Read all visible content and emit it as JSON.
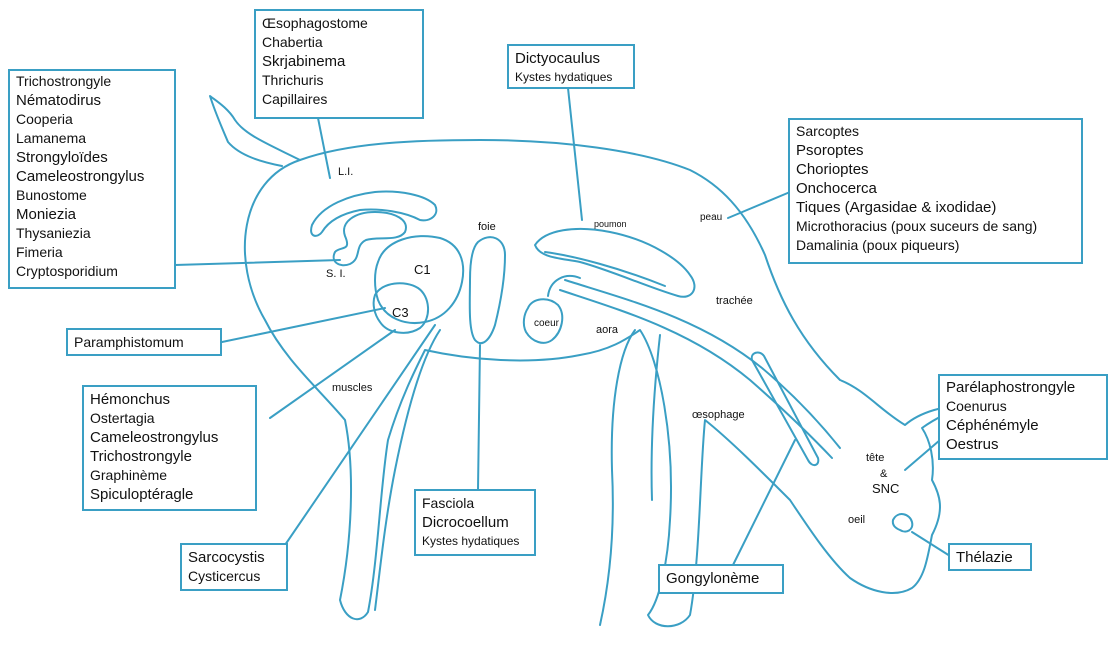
{
  "boxes": {
    "esophag": [
      "Œsophagostome",
      "Chabertia",
      "Skrjabinema",
      "Thrichuris",
      "Capillaires"
    ],
    "intestin": [
      "Trichostrongyle",
      "Nématodirus",
      "Cooperia",
      "Lamanema",
      "Strongyloïdes",
      "Cameleostrongylus",
      "Bunostome",
      "Moniezia",
      "Thysaniezia",
      "Fimeria",
      "Cryptosporidium"
    ],
    "poumon": [
      "Dictyocaulus",
      "Kystes hydatiques"
    ],
    "peau": [
      "Sarcoptes",
      "Psoroptes",
      "Chorioptes",
      "Onchocerca",
      "Tiques (Argasidae & ixodidae)",
      "Microthoracius (poux suceurs de sang)",
      "Damalinia (poux piqueurs)"
    ],
    "rumen": [
      "Paramphistomum"
    ],
    "caillette": [
      "Hémonchus",
      "Ostertagia",
      "Cameleostrongylus",
      "Trichostrongyle",
      "Graphinème",
      "Spiculoptéragle"
    ],
    "foie": [
      "Fasciola",
      "Dicrocoellum",
      "Kystes hydatiques"
    ],
    "muscles": [
      "Sarcocystis",
      "Cysticercus"
    ],
    "oesophage": [
      "Gongylonème"
    ],
    "tete": [
      "Parélaphostrongyle",
      "Coenurus",
      "Céphénémyle",
      "Oestrus"
    ],
    "oeil": [
      "Thélazie"
    ]
  },
  "labels": {
    "li": "L.I.",
    "si": "S. I.",
    "c1": "C1",
    "c3": "C3",
    "foie": "foie",
    "poumon": "poumon",
    "coeur": "coeur",
    "aora": "aora",
    "trachee": "trachée",
    "peau": "peau",
    "muscles": "muscles",
    "oesophage": "œsophage",
    "tete": "tête",
    "amp": "&",
    "snc": "SNC",
    "oeil": "oeil"
  },
  "colors": {
    "line": "#3a9fc4",
    "text": "#111111"
  }
}
